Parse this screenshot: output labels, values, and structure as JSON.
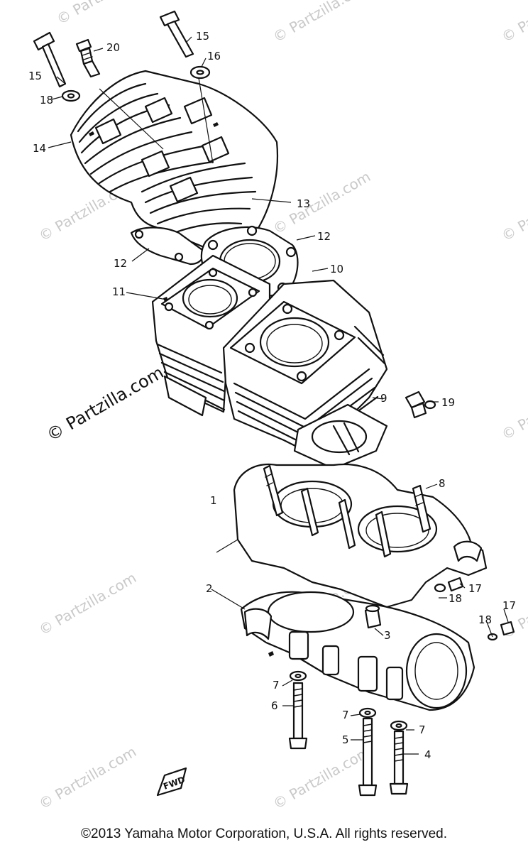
{
  "watermark": {
    "text": "© Partzilla.com",
    "primary_text": "© Partzilla.com",
    "color": "#c9c9c9"
  },
  "parts": {
    "p1": "1",
    "p2": "2",
    "p3": "3",
    "p4": "4",
    "p5": "5",
    "p6": "6",
    "p7": "7",
    "p8": "8",
    "p9": "9",
    "p10": "10",
    "p11": "11",
    "p12": "12",
    "p13": "13",
    "p14": "14",
    "p15": "15",
    "p16": "16",
    "p17": "17",
    "p18": "18",
    "p19": "19",
    "p20": "20"
  },
  "fwd_mark": "FWD",
  "copyright": "©2013 Yamaha Motor Corporation, U.S.A. All rights reserved."
}
